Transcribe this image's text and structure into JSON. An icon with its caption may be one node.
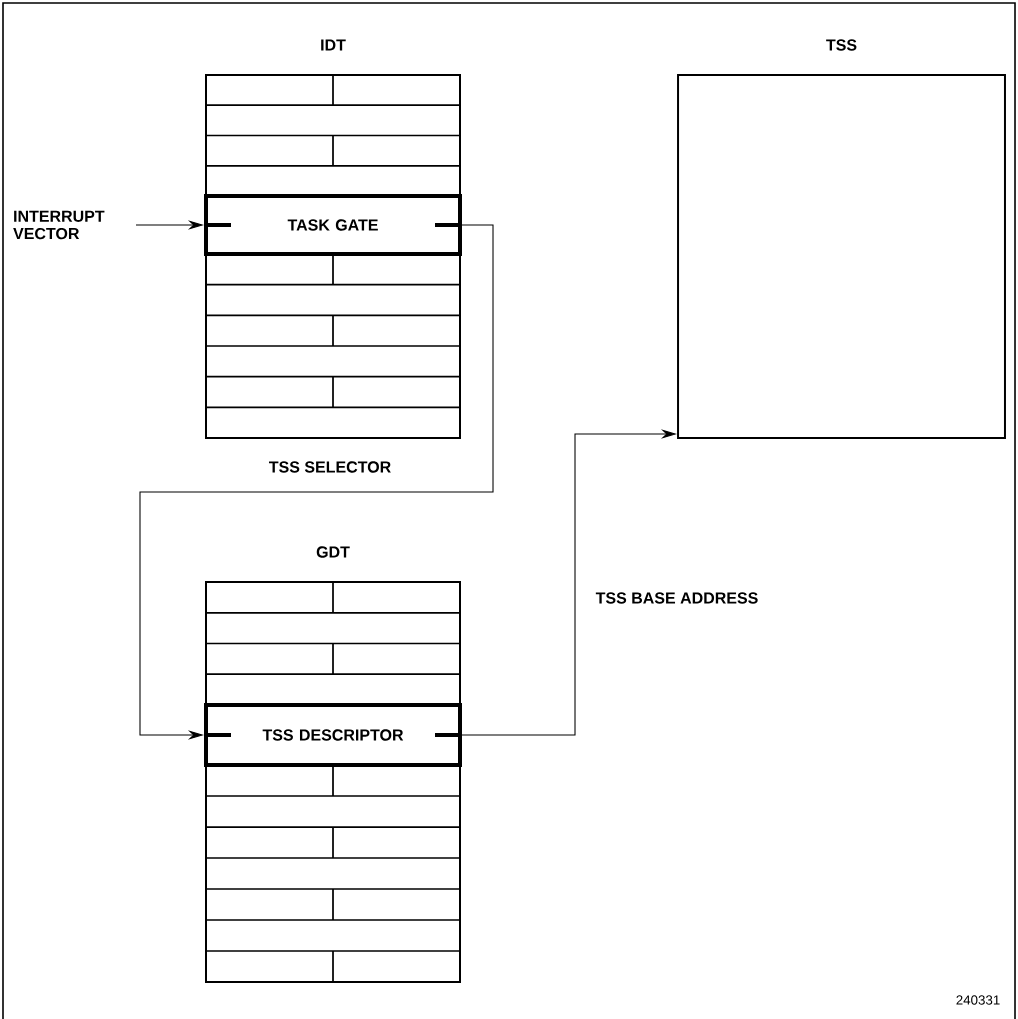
{
  "diagram": {
    "nodes": [
      {
        "text": [
          "IDT"
        ]
      },
      {
        "text": [
          "TASK GATE"
        ],
        "in": 0
      },
      {
        "text": [
          "INTERRUPT VECTOR"
        ]
      },
      {
        "text": [
          "TSS"
        ]
      },
      {
        "text": [
          "GDT"
        ]
      },
      {
        "text": [
          "TSS DESCRIPTOR"
        ],
        "in": 4
      }
    ],
    "edges": [
      {
        "from": 2,
        "to": 1,
        "arrow": "to"
      },
      {
        "from": 1,
        "to": 5,
        "arrow": "to",
        "label": "TSS SELECTOR"
      },
      {
        "from": 5,
        "to": 3,
        "arrow": "to",
        "label": "TSS BASE ADDRESS"
      }
    ],
    "labels": [
      "240331"
    ]
  }
}
